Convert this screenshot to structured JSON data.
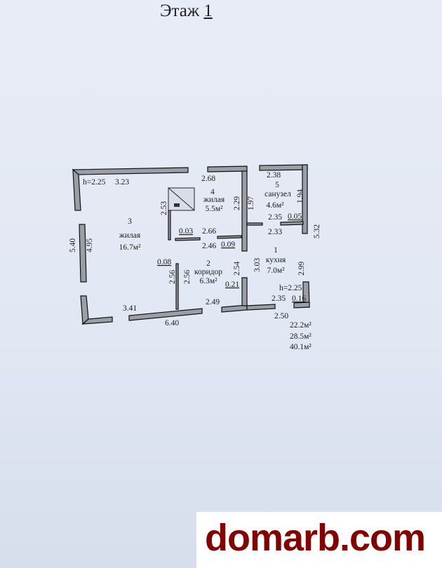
{
  "title": {
    "label": "Этаж",
    "floor": "1"
  },
  "rooms": [
    {
      "num": "1",
      "name": "кухня",
      "area": "7.0м²"
    },
    {
      "num": "2",
      "name": "коридор",
      "area": "6.3м²"
    },
    {
      "num": "3",
      "name": "жилая",
      "area": "16.7м²"
    },
    {
      "num": "4",
      "name": "жилая",
      "area": "5.5м²"
    },
    {
      "num": "5",
      "name": "санузел",
      "area": "4.6м²"
    }
  ],
  "dims": {
    "h_left": "h=2.25",
    "d323": "3.23",
    "d268": "2.68",
    "d253": "2.53",
    "d229": "2.29",
    "d197": "1.97",
    "d238": "2.38",
    "d194": "1.94",
    "d235a": "2.35",
    "d005": "0.05",
    "d233": "2.33",
    "d532": "5.32",
    "d540": "5.40",
    "d495": "4.95",
    "d003": "0.03",
    "d266": "2.66",
    "d246": "2.46",
    "d009": "0.09",
    "d008": "0.08",
    "d256a": "2.56",
    "d256b": "2.56",
    "d254": "2.54",
    "d303": "3.03",
    "d299": "2.99",
    "d021": "0.21",
    "h_right": "h=2.25",
    "d235b": "2.35",
    "d016": "0.16",
    "d341": "3.41",
    "d249": "2.49",
    "d640": "6.40",
    "d250": "2.50"
  },
  "totals": {
    "living": "22.2м²",
    "useful": "28.5м²",
    "total": "40.1м²"
  },
  "watermark": "domarb.com"
}
